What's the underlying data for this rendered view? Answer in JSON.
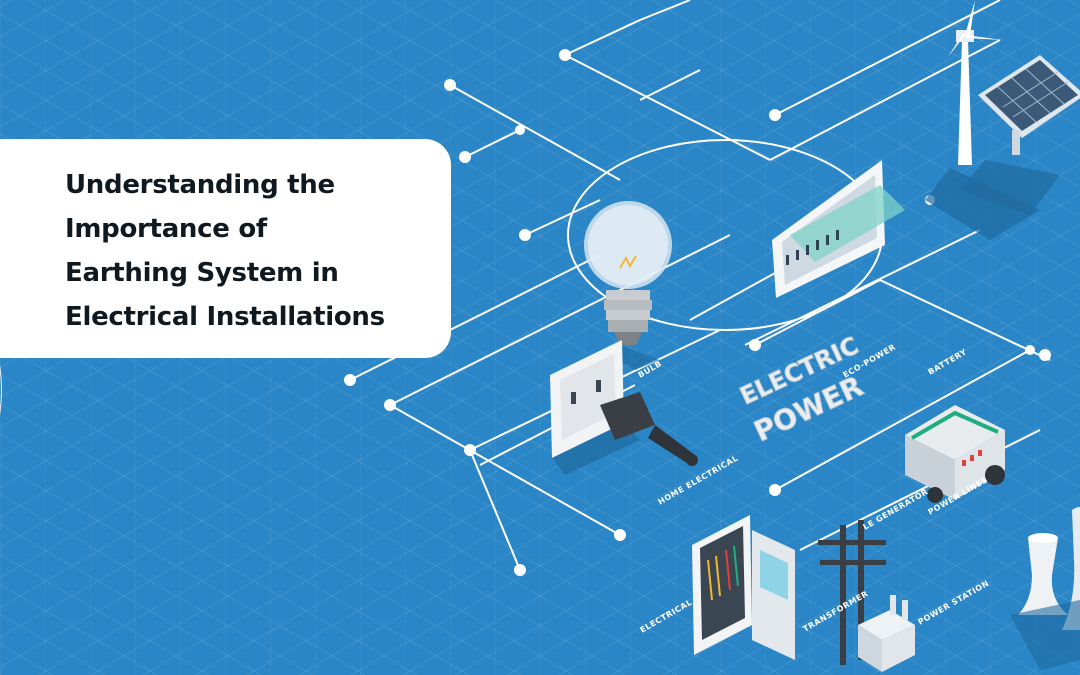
{
  "title": {
    "line1": "Understanding the",
    "line2": "Importance of",
    "line3": "Earthing System in",
    "line4": "Electrical Installations"
  },
  "labels": {
    "bulb": "BULB",
    "eco_power": "ECO-POWER",
    "battery": "BATTERY",
    "home_electrical": "HOME ELECTRICAL",
    "generator": "LE GENERATOR",
    "power_lines": "POWER LINES",
    "power_station": "POWER STATION",
    "electrical": "ELECTRICAL",
    "transformer": "TRANSFORMER",
    "electric_power_line1": "ELECTRIC",
    "electric_power_line2": "POWER"
  },
  "colors": {
    "background": "#2a86c6",
    "card": "#ffffff",
    "title_text": "#101820",
    "lines": "#ffffff"
  }
}
